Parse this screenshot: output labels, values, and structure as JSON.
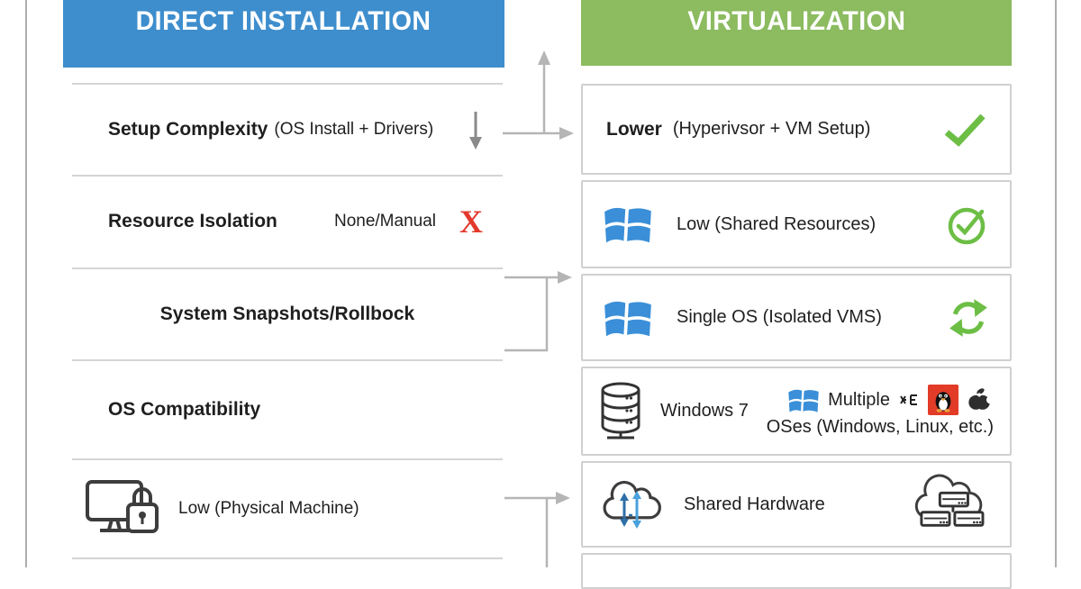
{
  "left_column": {
    "header": "DIRECT INSTALLATION",
    "header_color": "#3E8ECD",
    "rows": [
      {
        "title": "Setup Complexity",
        "detail": "(OS Install + Drivers)",
        "status_icon": "down-arrow"
      },
      {
        "title": "Resource Isolation",
        "value": "None/Manual",
        "status_icon": "red-x",
        "x_glyph": "X"
      },
      {
        "title": "System Snapshots/Rollbock"
      },
      {
        "title": "OS Compatibility"
      },
      {
        "value": "Low (Physical Machine)",
        "icon": "monitor-lock-icon"
      }
    ]
  },
  "right_column": {
    "header": "VIRTUALIZATION",
    "header_color": "#8CBB60",
    "rows": [
      {
        "title": "Lower",
        "detail": "(Hyperivsor + VM Setup)",
        "status_icon": "green-check"
      },
      {
        "icon": "windows-logo-icon",
        "value": "Low (Shared Resources)",
        "status_icon": "green-check-circle"
      },
      {
        "icon": "windows-logo-icon",
        "value": "Single OS (Isolated VMS)",
        "status_icon": "green-refresh"
      },
      {
        "icon": "server-stack-icon",
        "value": "Windows 7",
        "multi_top": "Multiple",
        "multi_bottom": "OSes (Windows, Linux, etc.)",
        "badges": [
          "garbled-mini-glyph",
          "tux-penguin-badge",
          "apple-logo-icon"
        ]
      },
      {
        "icon": "cloud-transfer-icon",
        "value": "Shared Hardware",
        "right_icon": "cloud-servers-icon"
      }
    ]
  },
  "colors": {
    "header_blue": "#3E8ECD",
    "header_green": "#8CBB60",
    "windows_blue": "#3A8FD8",
    "check_green": "#6CBE45",
    "x_red": "#E3392C",
    "connector_gray": "#b5b5b5",
    "divider_gray": "#d4d4d4",
    "tux_badge_red": "#E23B27"
  }
}
